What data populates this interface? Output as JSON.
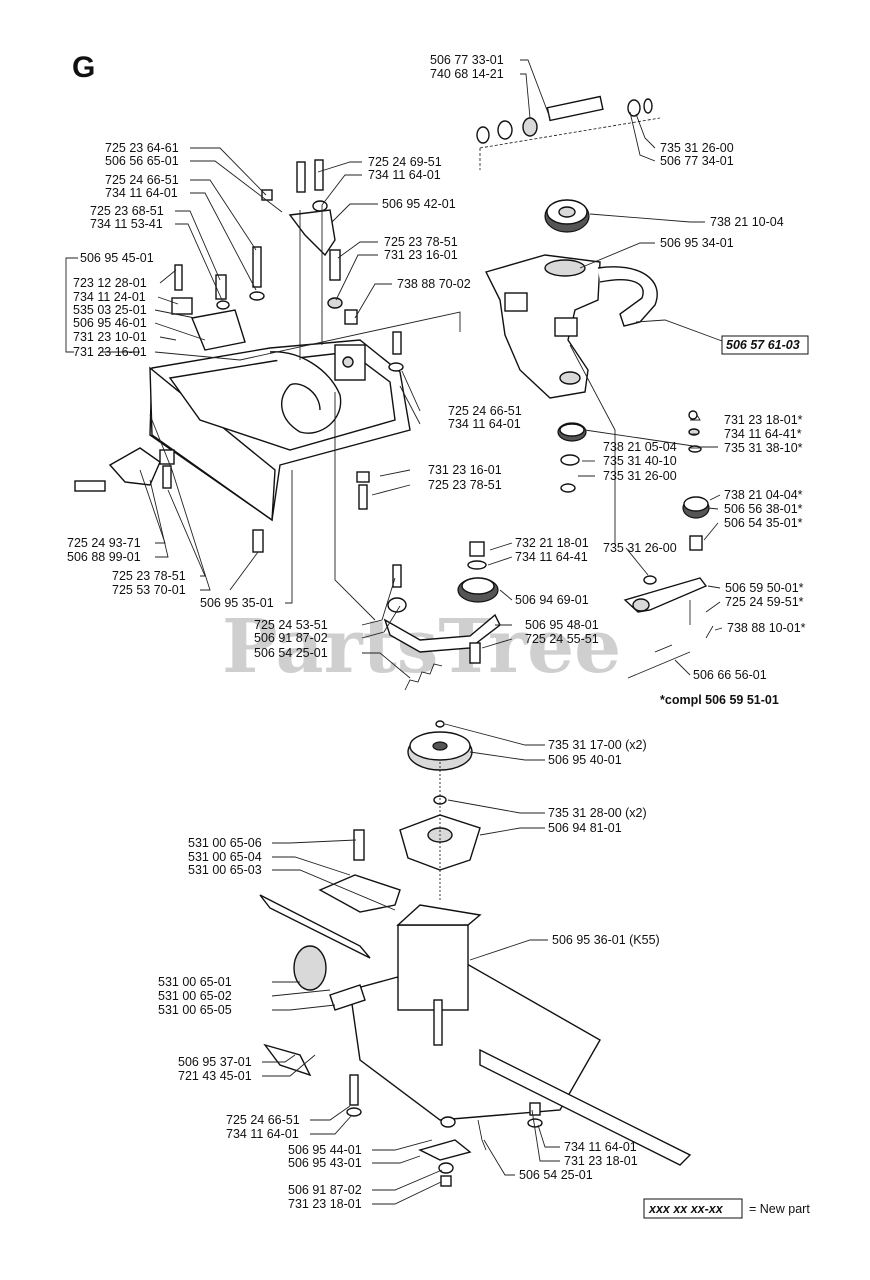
{
  "section_letter": "G",
  "watermark": "PartsTree",
  "compl_note": "*compl 506 59 51-01",
  "legend": {
    "sample": "xxx xx xx-xx",
    "text": "= New part"
  },
  "labels": [
    "506 77 33-01",
    "740 68 14-21",
    "735 31 26-00",
    "506 77 34-01",
    "725 23 64-61",
    "506 56 65-01",
    "725 24 66-51",
    "734 11 64-01",
    "725 23 68-51",
    "734 11 53-41",
    "725 24 69-51",
    "734 11 64-01",
    "506 95 42-01",
    "738 21 10-04",
    "506 95 34-01",
    "725 23 78-51",
    "731 23 16-01",
    "738 88 70-02",
    "506 95 45-01",
    "723 12 28-01",
    "734 11 24-01",
    "535 03 25-01",
    "506 95 46-01",
    "731 23 10-01",
    "731 23 16-01",
    "506 57 61-03",
    "725 24 66-51",
    "734 11 64-01",
    "731 23 18-01*",
    "734 11 64-41*",
    "735 31 38-10*",
    "738 21 05-04",
    "735 31 40-10",
    "735 31 26-00",
    "738 21 04-04*",
    "506 56 38-01*",
    "506 54 35-01*",
    "731 23 16-01",
    "725 23 78-51",
    "725 24 93-71",
    "506 88 99-01",
    "725 23 78-51",
    "725 53 70-01",
    "735 31 26-00",
    "732 21 18-01",
    "734 11 64-41",
    "506 94 69-01",
    "506 59 50-01*",
    "725 24 59-51*",
    "506 95 35-01",
    "725 24 53-51",
    "506 91 87-02",
    "506 54 25-01",
    "506 95 48-01",
    "725 24 55-51",
    "738 88 10-01*",
    "506 66 56-01",
    "735 31 17-00 (x2)",
    "506 95 40-01",
    "735 31 28-00 (x2)",
    "506 94 81-01",
    "531 00 65-06",
    "531 00 65-04",
    "531 00 65-03",
    "506 95 36-01 (K55)",
    "531 00 65-01",
    "531 00 65-02",
    "531 00 65-05",
    "506 95 37-01",
    "721 43 45-01",
    "725 24 66-51",
    "734 11 64-01",
    "506 95 44-01",
    "506 95 43-01",
    "734 11 64-01",
    "731 23 18-01",
    "506 54 25-01",
    "506 91 87-02",
    "731 23 18-01"
  ]
}
